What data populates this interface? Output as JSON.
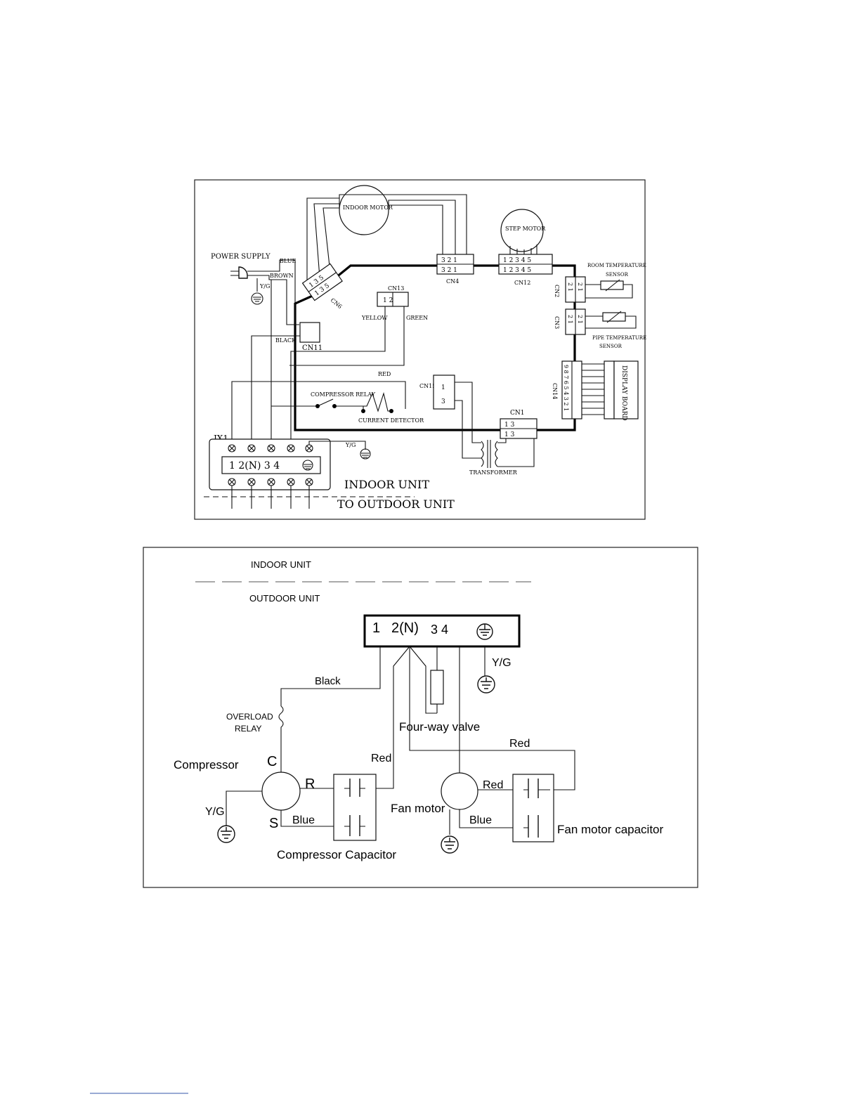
{
  "indoor": {
    "indoor_motor": "INDOOR MOTOR",
    "step_motor": "STEP MOTOR",
    "power_supply": "POWER SUPPLY",
    "blue": "BLUE",
    "brown": "BROWN",
    "yg": "Y/G",
    "black": "BLACK",
    "yellow": "YELLOW",
    "green": "GREEN",
    "red": "RED",
    "cn6": "CN6",
    "cn4": "CN4",
    "cn12": "CN12",
    "cn13": "CN13",
    "cn11": "CN11",
    "cn2": "CN2",
    "cn3": "CN3",
    "cn14": "CN14",
    "cn15": "CN15",
    "cn1": "CN1",
    "room_sensor_1": "ROOM TEMPERATURE",
    "room_sensor_2": "SENSOR",
    "pipe_sensor_1": "PIPE TEMPERATURE",
    "pipe_sensor_2": "SENSOR",
    "display_board": "DISPLAY BOARD",
    "compressor_relay": "COMPRESSOR RELAY",
    "current_detector": "CURRENT DETECTOR",
    "transformer": "TRANSFORMER",
    "jx1": "JX1",
    "terminals": "1 2(N) 3 4",
    "indoor_unit": "INDOOR UNIT",
    "to_outdoor": "TO OUTDOOR UNIT",
    "cn6_pins_a": "1 3 5",
    "cn6_pins_b": "1 3 5",
    "cn4_pins": "3 2 1",
    "cn12_pins": "1 2 3 4 5",
    "cn13_pins": "1 2",
    "cn2_pins": "2 1",
    "cn3_pins": "2 1",
    "cn14_pins": "9 8 7 6 5 4 3 2 1",
    "cn15_pin1": "1",
    "cn15_pin3": "3",
    "cn1_pins": "1 3"
  },
  "outdoor": {
    "indoor_unit": "INDOOR UNIT",
    "outdoor_unit": "OUTDOOR UNIT",
    "t1": "1",
    "t2": "2(N)",
    "t34": "3 4",
    "yg_top": "Y/G",
    "black": "Black",
    "overload_1": "OVERLOAD",
    "overload_2": "RELAY",
    "four_way": "Four-way valve",
    "red_fan": "Red",
    "red_comp": "Red",
    "compressor": "Compressor",
    "c": "C",
    "r": "R",
    "s": "S",
    "yg_comp": "Y/G",
    "blue_comp": "Blue",
    "comp_cap": "Compressor Capacitor",
    "fan_motor": "Fan motor",
    "red_fan_motor": "Red",
    "blue_fan": "Blue",
    "fan_cap": "Fan motor capacitor"
  }
}
